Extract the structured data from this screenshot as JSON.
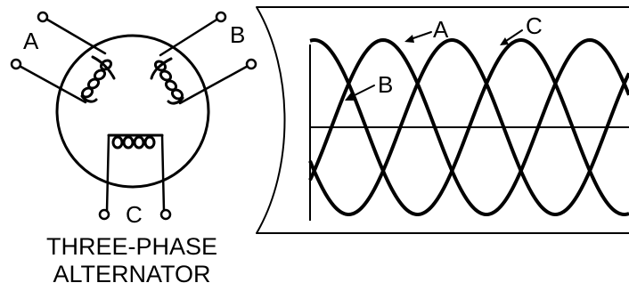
{
  "alternator": {
    "phase_labels": {
      "a": "A",
      "b": "B",
      "c": "C"
    },
    "title_line1": "THREE-PHASE",
    "title_line2": "ALTERNATOR"
  },
  "waveform": {
    "labels": {
      "a": "A",
      "b": "B",
      "c": "C"
    }
  }
}
